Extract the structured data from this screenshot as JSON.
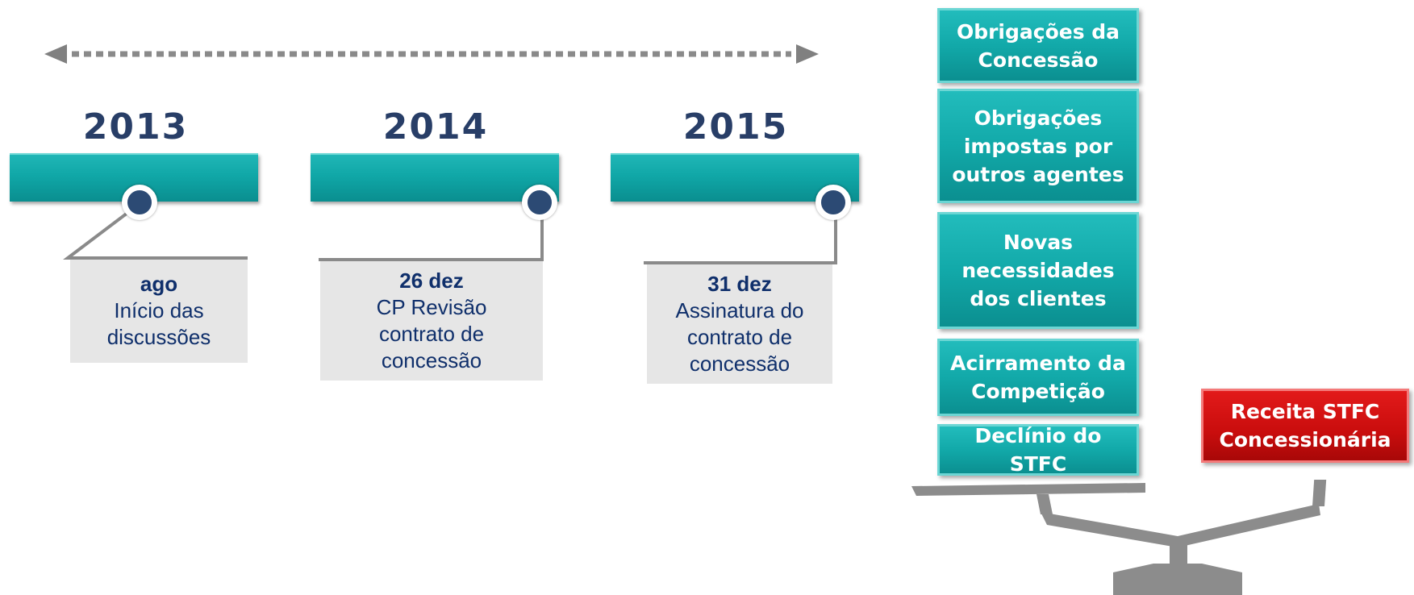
{
  "timeline": {
    "years": [
      "2013",
      "2014",
      "2015"
    ],
    "events": [
      {
        "date": "ago",
        "description": "Início das discussões"
      },
      {
        "date": "26 dez",
        "description": "CP Revisão contrato de concessão"
      },
      {
        "date": "31 dez",
        "description": "Assinatura  do contrato de concessão"
      }
    ]
  },
  "pressures": [
    "Obrigações da Concessão",
    "Obrigações impostas por outros agentes",
    "Novas necessidades dos clientes",
    "Acirramento da Competição",
    "Declínio do STFC"
  ],
  "revenue_label": "Receita STFC Concessionária",
  "colors": {
    "teal": "#10a7a7",
    "navy": "#283e67",
    "red": "#c90d0d",
    "event_bg": "#e6e6e6",
    "arrow": "#808080",
    "scale": "#8c8c8c"
  }
}
